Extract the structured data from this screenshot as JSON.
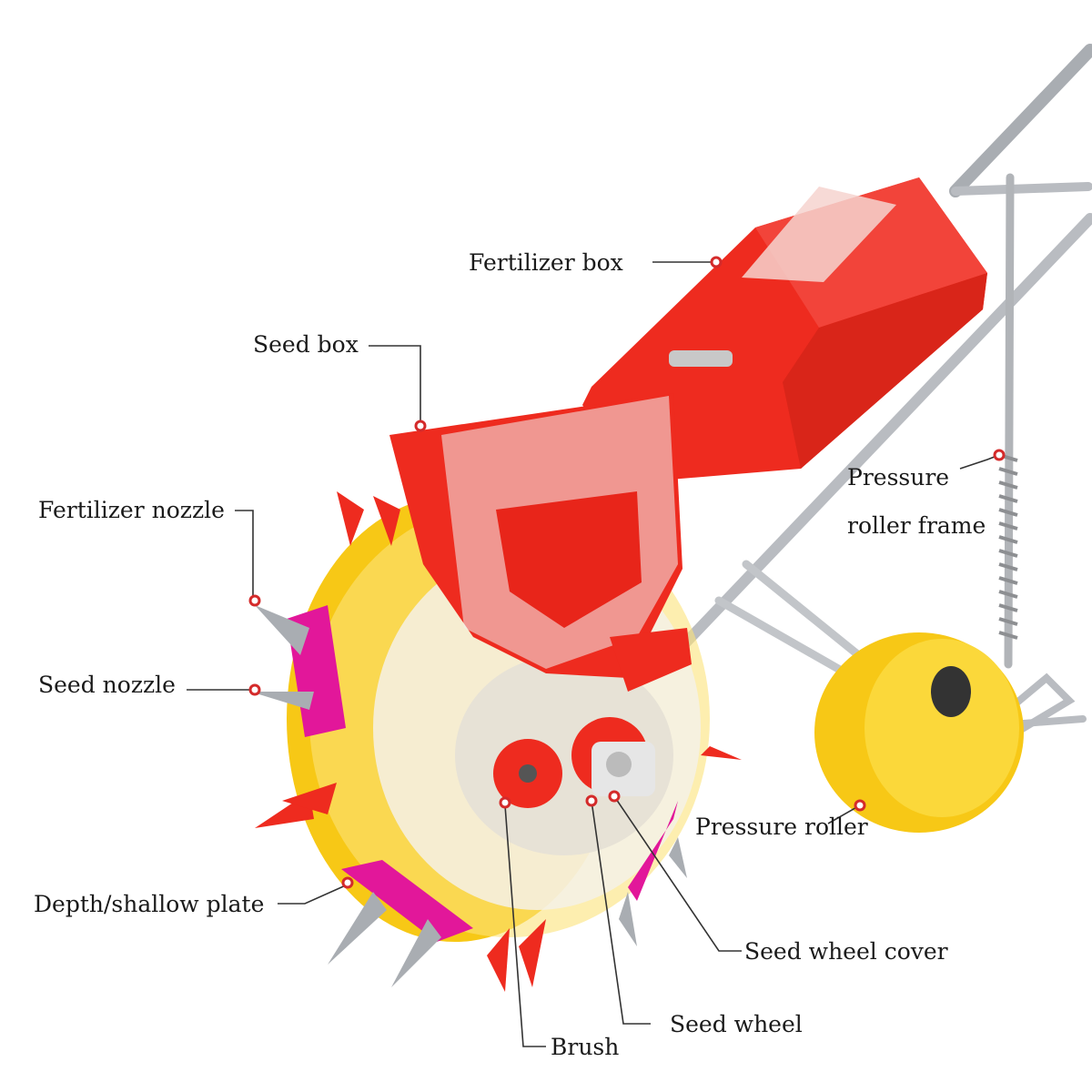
{
  "colors": {
    "machine_red": "#ee2b1f",
    "wheel_yellow": "#f7c816",
    "accent_magenta": "#e2179a",
    "frame_silver": "#b9bcc1",
    "callout_dot": "#d42a2a"
  },
  "labels": {
    "fertilizer_box": "Fertilizer box",
    "seed_box": "Seed box",
    "fertilizer_nozzle": "Fertilizer nozzle",
    "seed_nozzle": "Seed nozzle",
    "pressure_roller_frame_line1": "Pressure",
    "pressure_roller_frame_line2": "roller frame",
    "pressure_roller": "Pressure roller",
    "depth_shallow_plate": "Depth/shallow plate",
    "seed_wheel_cover": "Seed wheel cover",
    "seed_wheel": "Seed wheel",
    "brush": "Brush"
  }
}
